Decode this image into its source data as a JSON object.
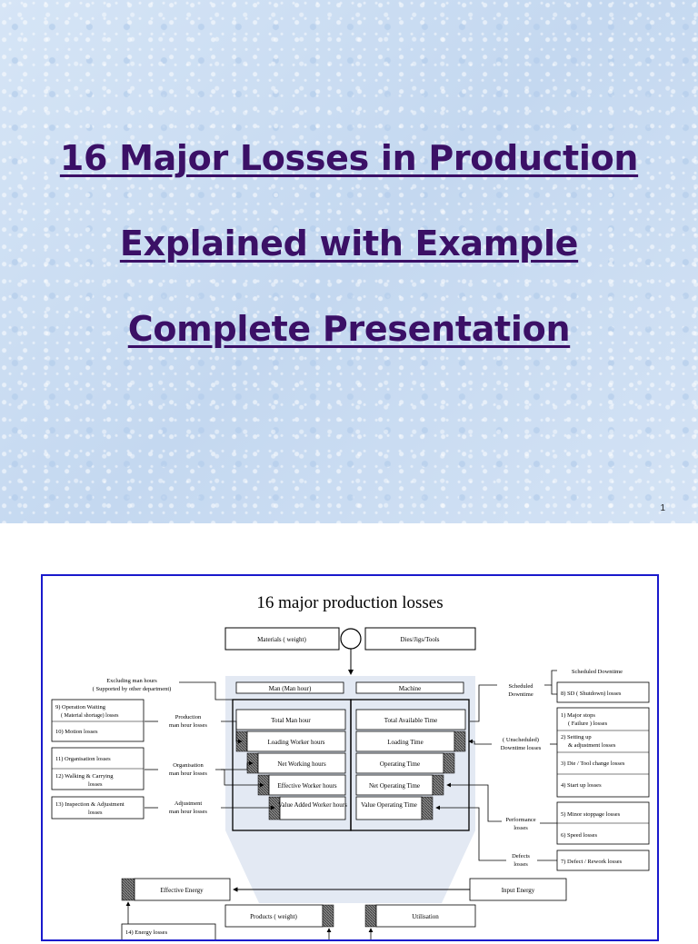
{
  "slide1": {
    "title_lines": [
      "16 Major Losses in Production",
      "Explained with Example",
      "Complete Presentation"
    ],
    "slide_number": "1"
  },
  "slide2": {
    "heading": "16 major production losses",
    "top": {
      "materials": "Materials ( weight)",
      "dies": "Dies/Jigs/Tools"
    },
    "man_header": "Man (Man hour)",
    "machine_header": "Machine",
    "man_steps": [
      "Total Man hour",
      "Loading Worker hours",
      "Net Working hours",
      "Effective Worker hours",
      "Value Added Worker hours"
    ],
    "machine_steps": [
      "Total Available Time",
      "Loading Time",
      "Operating Time",
      "Net Operating Time",
      "Value Operating Time"
    ],
    "left_notes": {
      "excluding": [
        "Excluding man hours",
        "( Supported by other department)"
      ],
      "production": [
        "Production",
        "man hour losses"
      ],
      "organisation": [
        "Organisation",
        "man hour losses"
      ],
      "adjustment": [
        "Adjustment",
        "man hour losses"
      ]
    },
    "left_losses": {
      "l9": [
        "9) Operation Waiting",
        "( Material shortage) losses"
      ],
      "l10": "10) Motion losses",
      "l11": "11) Organisation losses",
      "l12": [
        "12) Walking & Carrying",
        "losses"
      ],
      "l13": [
        "13) Inspection & Adjustment",
        "losses"
      ]
    },
    "right_notes": {
      "scheduled": [
        "Scheduled",
        "Downtime"
      ],
      "unscheduled": [
        "( Unscheduled)",
        "Downtime losses"
      ],
      "performance": [
        "Performance",
        "losses"
      ],
      "defects": [
        "Defects",
        "losses"
      ]
    },
    "right_losses": {
      "scheduled_downtime": "Scheduled Downtime",
      "l8": "8) SD ( Shutdown) losses",
      "l1": [
        "1) Major stops",
        "( Failure ) losses"
      ],
      "l2": [
        "2) Setting up",
        "& adjustment losses"
      ],
      "l3": "3) Die / Tool change losses",
      "l4": "4) Start up losses",
      "l5": "5) Minor stoppage losses",
      "l6": "6) Speed losses",
      "l7": "7) Defect / Rework losses"
    },
    "bottom": {
      "effective_energy": "Effective Energy",
      "input_energy": "Input Energy",
      "products": "Products ( weight)",
      "utilisation": "Utilisation",
      "partial_loss": "14) Energy losses"
    }
  }
}
